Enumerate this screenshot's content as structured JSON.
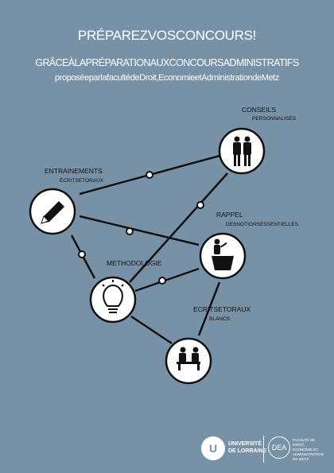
{
  "header": {
    "title": "PRÉPAREZVOSCONCOURS!",
    "subtitle": "GRÂCEÀLAPRÉPARATIONAUXCONCOURSADMINISTRATIFS",
    "subtitle2": "proposéeparlafacultédeDroit,EconomieetAdministrationdeMetz"
  },
  "nodes": {
    "conseils": {
      "label": "CONSEILS",
      "sub": "PERSONNALISÉS",
      "icon": "people-icon"
    },
    "entrainements": {
      "label": "ENTRAINEMENTS",
      "sub": "ÉCRITSETORAUX",
      "icon": "pencil-icon"
    },
    "rappel": {
      "label": "RAPPEL",
      "sub": "DESNOTIONSESSENTIELLES",
      "icon": "lecturer-icon"
    },
    "methodologie": {
      "label": "METHODOLOGIE",
      "icon": "lightbulb-icon"
    },
    "ecrits": {
      "label": "ECRITSETORAUX",
      "sub": "BLANCS",
      "icon": "students-icon"
    }
  },
  "footer": {
    "ul_monogram": "U",
    "ul_line1": "UNIVERSITÉ",
    "ul_line2": "DE LORRAINE",
    "dea_monogram": "DEA",
    "dea_text": "FACULTÉ DE DROIT, ÉCONOMIE ET ADMINISTRATION DE METZ"
  },
  "colors": {
    "background": "#7792a6",
    "node_fill": "#ffffff",
    "line": "#111111"
  }
}
